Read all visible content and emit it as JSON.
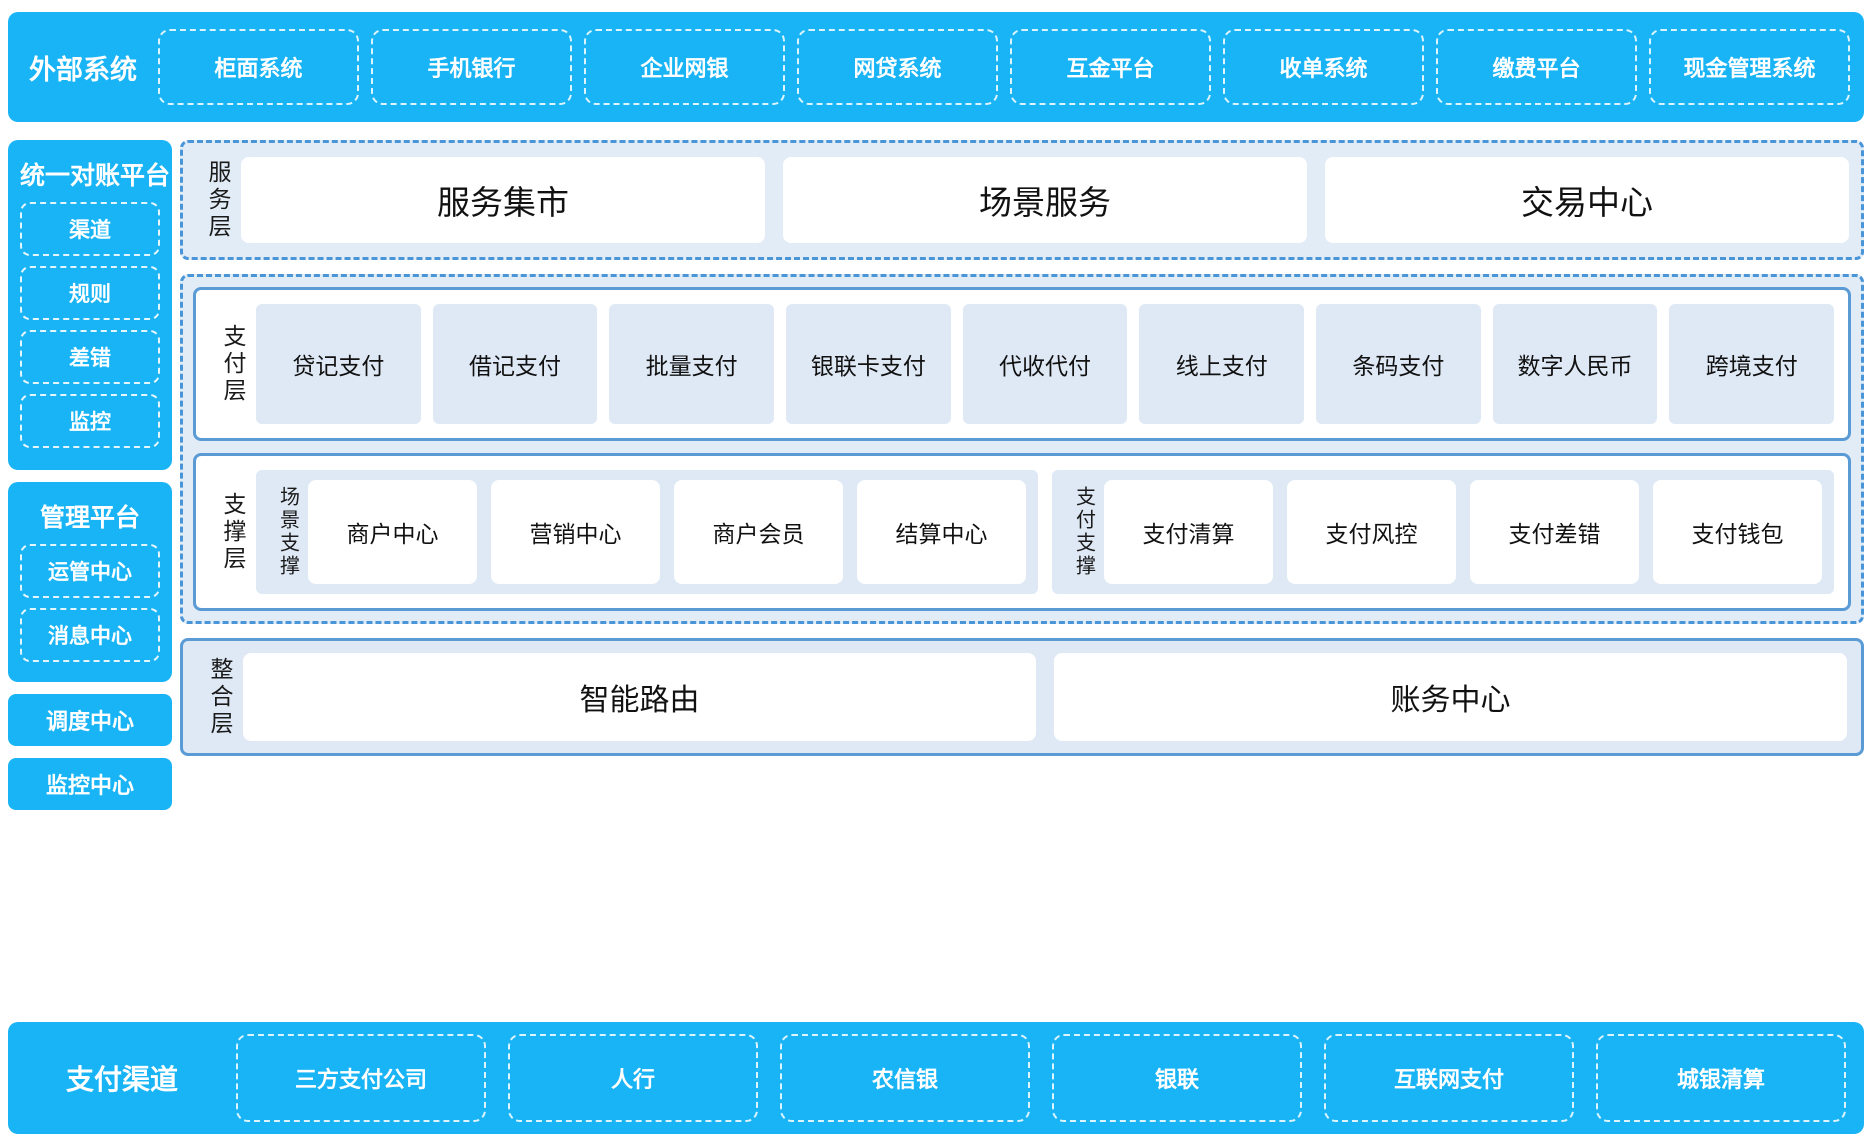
{
  "external": {
    "title": "外部系统",
    "items": [
      "柜面系统",
      "手机银行",
      "企业网银",
      "网贷系统",
      "互金平台",
      "收单系统",
      "缴费平台",
      "现金管理系统"
    ]
  },
  "sidebar": {
    "reconciliation": {
      "title": "统一对账平台",
      "items": [
        "渠道",
        "规则",
        "差错",
        "监控"
      ]
    },
    "management": {
      "title": "管理平台",
      "items": [
        "运管中心",
        "消息中心"
      ]
    },
    "standalone": [
      "调度中心",
      "监控中心"
    ]
  },
  "service_layer": {
    "label": "服务层",
    "items": [
      "服务集市",
      "场景服务",
      "交易中心"
    ]
  },
  "payment_layer": {
    "label": "支付层",
    "items": [
      "贷记支付",
      "借记支付",
      "批量支付",
      "银联卡支付",
      "代收代付",
      "线上支付",
      "条码支付",
      "数字人民币",
      "跨境支付"
    ]
  },
  "support_layer": {
    "label": "支撑层",
    "groups": [
      {
        "label": "场景支撑",
        "items": [
          "商户中心",
          "营销中心",
          "商户会员",
          "结算中心"
        ]
      },
      {
        "label": "支付支撑",
        "items": [
          "支付清算",
          "支付风控",
          "支付差错",
          "支付钱包"
        ]
      }
    ]
  },
  "integration_layer": {
    "label": "整合层",
    "items": [
      "智能路由",
      "账务中心"
    ]
  },
  "channels": {
    "title": "支付渠道",
    "items": [
      "三方支付公司",
      "人行",
      "农信银",
      "银联",
      "互联网支付",
      "城银清算"
    ]
  },
  "colors": {
    "brand_blue": "#18b4f5",
    "panel_blue": "#dfe9f5",
    "group_bg": "#e2ecf7",
    "border_blue": "#5b9bd5",
    "dash_blue": "#4a95d8"
  }
}
